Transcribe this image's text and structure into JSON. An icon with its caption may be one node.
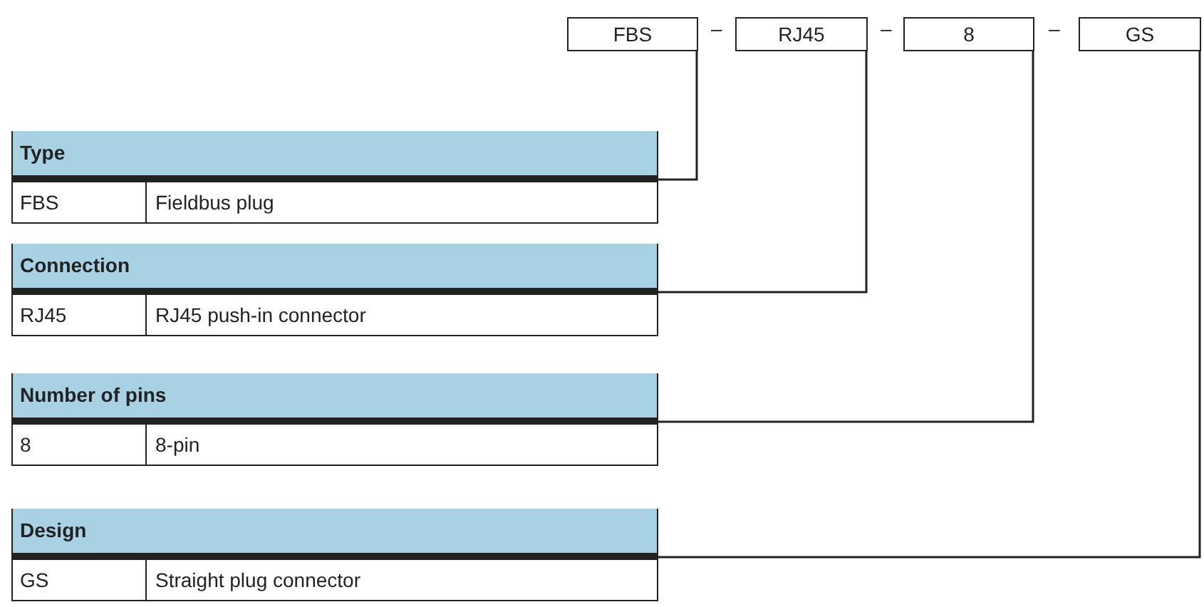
{
  "diagram": {
    "nodes": [
      {
        "text": [
          "FBS"
        ]
      },
      {
        "text": [
          "RJ45"
        ]
      },
      {
        "text": [
          "8"
        ]
      },
      {
        "text": [
          "GS"
        ]
      },
      {
        "text": [
          "Type",
          "FBS",
          "Fieldbus plug"
        ]
      },
      {
        "text": [
          "Connection",
          "RJ45",
          "RJ45 push-in connector"
        ]
      },
      {
        "text": [
          "Number of pins",
          "8",
          "8-pin"
        ]
      },
      {
        "text": [
          "Design",
          "GS",
          "Straight plug connector"
        ]
      }
    ],
    "edges": [
      {
        "from": 0,
        "to": 4,
        "arrow": "none"
      },
      {
        "from": 1,
        "to": 5,
        "arrow": "none"
      },
      {
        "from": 2,
        "to": 6,
        "arrow": "none"
      },
      {
        "from": 3,
        "to": 7,
        "arrow": "none"
      }
    ],
    "labels": [
      "–",
      "–",
      "–"
    ]
  }
}
